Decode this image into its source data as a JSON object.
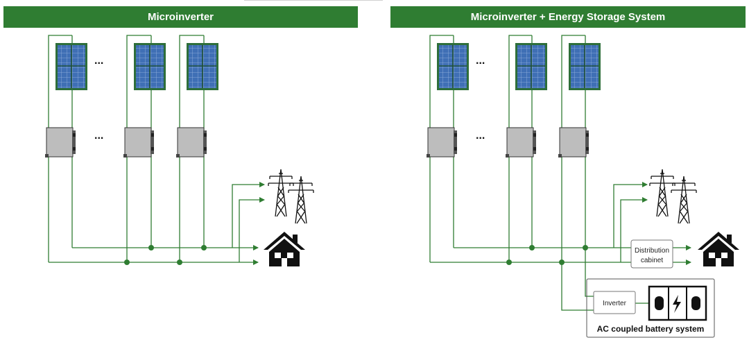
{
  "left_panel": {
    "title": "Microinverter"
  },
  "right_panel": {
    "title": "Microinverter + Energy Storage System"
  },
  "ellipsis": "...",
  "distribution_cabinet": {
    "line1": "Distribution",
    "line2": "cabinet"
  },
  "inverter": {
    "label": "Inverter"
  },
  "battery_system": {
    "label": "AC coupled battery system"
  },
  "colors": {
    "header": "#2f7d32",
    "wire": "#2f7d32",
    "panel_blue": "#3f6fb5",
    "panel_frame": "#2e6e3a",
    "microinverter": "#bdbdbd"
  },
  "icons": [
    "solar-panel-icon",
    "microinverter-icon",
    "transmission-tower-icon",
    "house-icon",
    "battery-icon"
  ]
}
